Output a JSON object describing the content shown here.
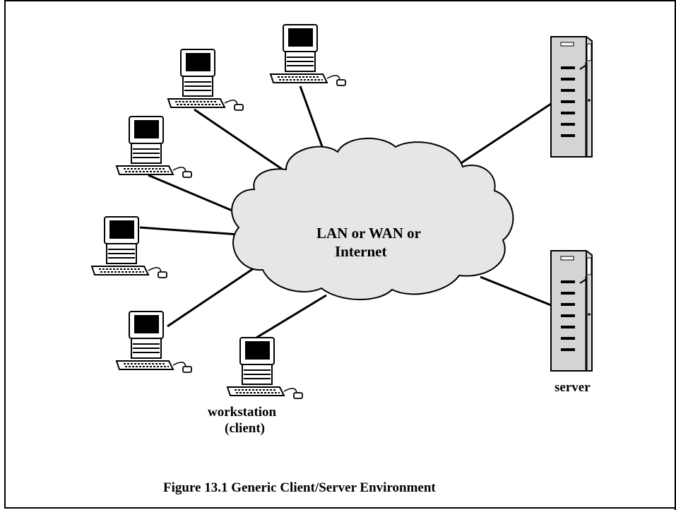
{
  "diagram": {
    "cloud_label_line1": "LAN or WAN or",
    "cloud_label_line2": "Internet",
    "workstation_label_line1": "workstation",
    "workstation_label_line2": "(client)",
    "server_label": "server",
    "caption": "Figure 13.1  Generic Client/Server Environment",
    "colors": {
      "cloud_fill": "#e6e6e6",
      "server_fill": "#d4d4d4",
      "line": "#000000"
    }
  }
}
